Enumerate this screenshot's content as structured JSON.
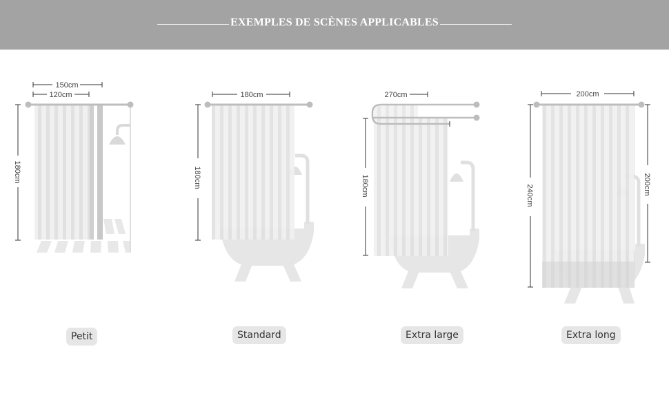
{
  "header": {
    "title": "EXEMPLES DE SCÈNES APPLICABLES"
  },
  "scenes": [
    {
      "label": "Petit",
      "dims": {
        "rod": "150cm",
        "curtain_width": "120cm",
        "height": "180cm"
      }
    },
    {
      "label": "Standard",
      "dims": {
        "width": "180cm",
        "height": "180cm"
      }
    },
    {
      "label": "Extra large",
      "dims": {
        "width": "270cm",
        "height": "180cm"
      }
    },
    {
      "label": "Extra long",
      "dims": {
        "width": "200cm",
        "height": "240cm",
        "tub_height": "200cm"
      }
    }
  ]
}
